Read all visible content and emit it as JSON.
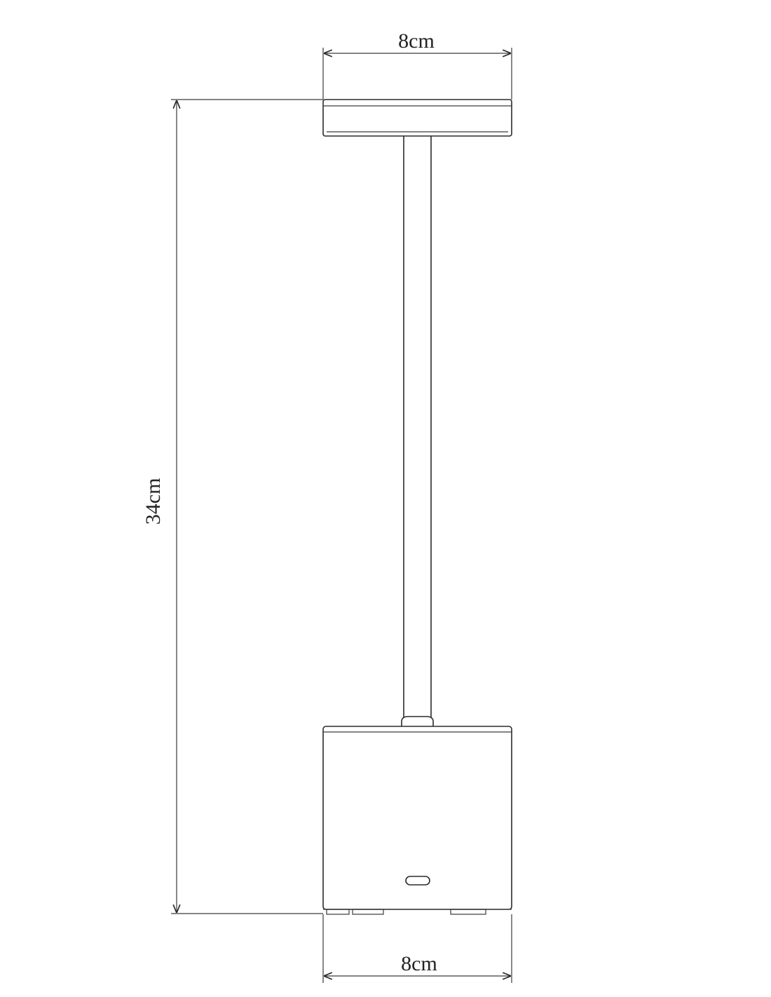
{
  "dimensions": {
    "top_width": "8cm",
    "height": "34cm",
    "base_width": "8cm"
  },
  "parts": [
    "lamp-head",
    "stem",
    "base",
    "usb-c-port",
    "feet"
  ]
}
